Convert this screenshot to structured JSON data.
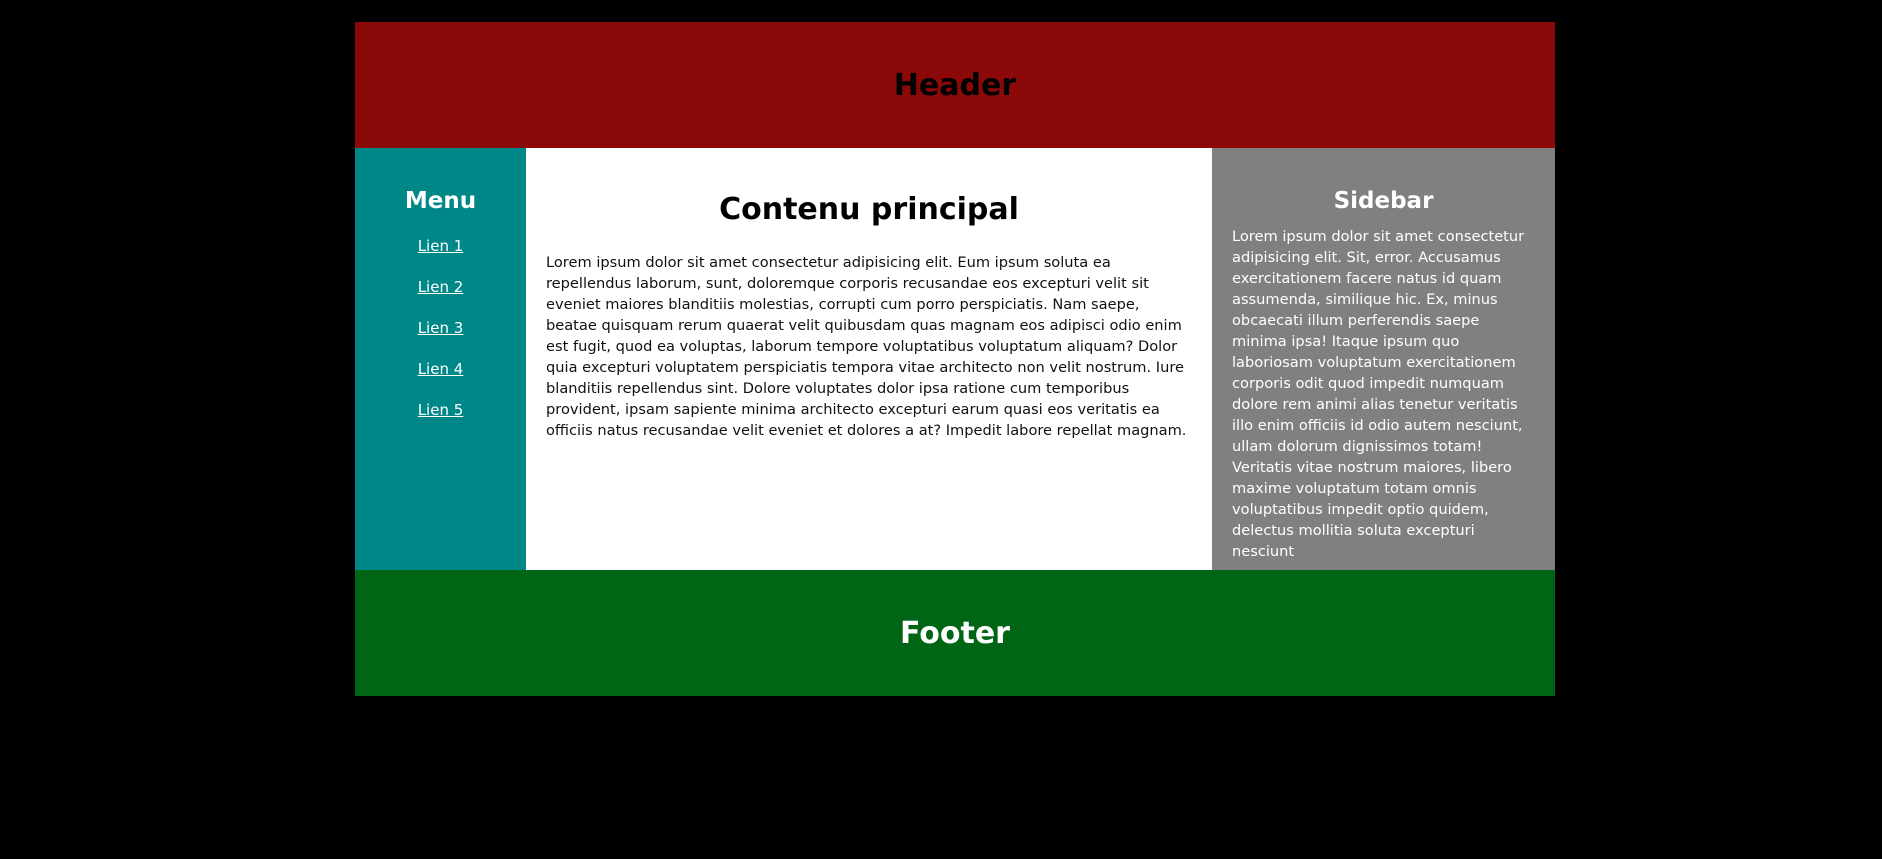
{
  "header": {
    "title": "Header"
  },
  "menu": {
    "title": "Menu",
    "links": [
      "Lien 1",
      "Lien 2",
      "Lien 3",
      "Lien 4",
      "Lien 5"
    ]
  },
  "main": {
    "title": "Contenu principal",
    "body": "Lorem ipsum dolor sit amet consectetur adipisicing elit. Eum ipsum soluta ea repellendus laborum, sunt, doloremque corporis recusandae eos excepturi velit sit eveniet maiores blanditiis molestias, corrupti cum porro perspiciatis. Nam saepe, beatae quisquam rerum quaerat velit quibusdam quas magnam eos adipisci odio enim est fugit, quod ea voluptas, laborum tempore voluptatibus voluptatum aliquam? Dolor quia excepturi voluptatem perspiciatis tempora vitae architecto non velit nostrum. Iure blanditiis repellendus sint. Dolore voluptates dolor ipsa ratione cum temporibus provident, ipsam sapiente minima architecto excepturi earum quasi eos veritatis ea officiis natus recusandae velit eveniet et dolores a at? Impedit labore repellat magnam."
  },
  "sidebar": {
    "title": "Sidebar",
    "body": "Lorem ipsum dolor sit amet consectetur adipisicing elit. Sit, error. Accusamus exercitationem facere natus id quam assumenda, similique hic. Ex, minus obcaecati illum perferendis saepe minima ipsa! Itaque ipsum quo laboriosam voluptatum exercitationem corporis odit quod impedit numquam dolore rem animi alias tenetur veritatis illo enim officiis id odio autem nesciunt, ullam dolorum dignissimos totam! Veritatis vitae nostrum maiores, libero maxime voluptatum totam omnis voluptatibus impedit optio quidem, delectus mollitia soluta excepturi nesciunt"
  },
  "footer": {
    "title": "Footer"
  },
  "colors": {
    "page_background": "#000000",
    "header": "#8b0909",
    "menu": "#008888",
    "main": "#ffffff",
    "sidebar": "#808080",
    "footer": "#006615"
  }
}
